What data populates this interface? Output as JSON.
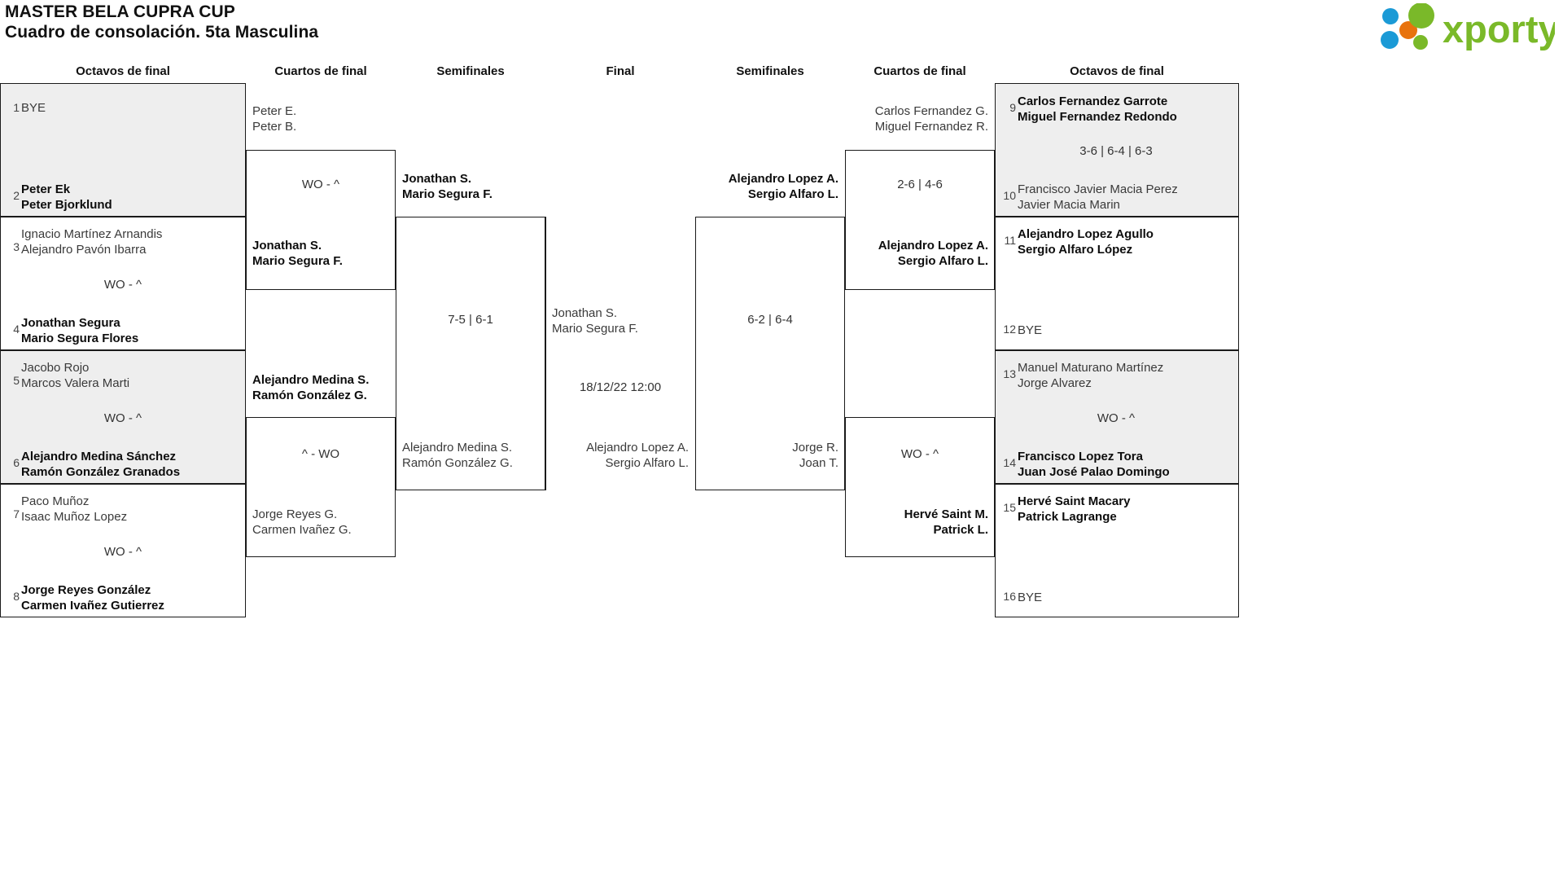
{
  "header": {
    "title_line1": "MASTER BELA CUPRA CUP",
    "title_line2": "Cuadro de consolación. 5ta Masculina",
    "logo_text": "xporty",
    "logo_colors": {
      "green": "#7ab929",
      "orange": "#e8730d",
      "blue": "#1b9ad6"
    }
  },
  "columns": {
    "left_octavos": "Octavos de final",
    "left_cuartos": "Cuartos de final",
    "left_semis": "Semifinales",
    "final": "Final",
    "right_semis": "Semifinales",
    "right_cuartos": "Cuartos de final",
    "right_octavos": "Octavos de final"
  },
  "left_octavos": [
    {
      "seed": "1",
      "line1": "BYE",
      "line2": "",
      "winner": false
    },
    {
      "seed": "2",
      "line1": "Peter Ek",
      "line2": "Peter Bjorklund",
      "winner": true
    },
    {
      "seed": "3",
      "line1": "Ignacio Martínez Arnandis",
      "line2": "Alejandro Pavón Ibarra",
      "winner": false
    },
    {
      "seed": "4",
      "line1": "Jonathan Segura",
      "line2": "Mario Segura Flores",
      "winner": true
    },
    {
      "seed": "5",
      "line1": "Jacobo Rojo",
      "line2": "Marcos Valera Marti",
      "winner": false
    },
    {
      "seed": "6",
      "line1": "Alejandro Medina Sánchez",
      "line2": "Ramón González Granados",
      "winner": true
    },
    {
      "seed": "7",
      "line1": "Paco Muñoz",
      "line2": "Isaac Muñoz Lopez",
      "winner": false
    },
    {
      "seed": "8",
      "line1": "Jorge Reyes González",
      "line2": "Carmen Ivañez Gutierrez",
      "winner": true
    }
  ],
  "left_octavos_scores": [
    {
      "text": ""
    },
    {
      "text": "WO - ^"
    },
    {
      "text": "WO - ^"
    },
    {
      "text": "WO - ^"
    }
  ],
  "left_cuartos": [
    {
      "line1": "Peter E.",
      "line2": "Peter B.",
      "winner": false
    },
    {
      "line1": "Jonathan S.",
      "line2": "Mario Segura F.",
      "winner": true
    },
    {
      "line1": "Alejandro Medina S.",
      "line2": "Ramón González G.",
      "winner": true
    },
    {
      "line1": "Jorge Reyes G.",
      "line2": "Carmen Ivañez G.",
      "winner": false
    }
  ],
  "left_cuartos_scores": [
    {
      "text": "WO - ^"
    },
    {
      "text": "^ - WO"
    }
  ],
  "left_semis": [
    {
      "line1": "Jonathan S.",
      "line2": "Mario Segura F.",
      "winner": true
    },
    {
      "line1": "Alejandro Medina S.",
      "line2": "Ramón González G.",
      "winner": false
    }
  ],
  "left_semis_scores": [
    {
      "text": "7-5 | 6-1"
    }
  ],
  "final": {
    "left_team": {
      "line1": "Jonathan S.",
      "line2": "Mario Segura F.",
      "winner": false
    },
    "right_team": {
      "line1": "Alejandro Lopez A.",
      "line2": "Sergio Alfaro L.",
      "winner": false
    },
    "datetime": "18/12/22 12:00"
  },
  "right_semis": [
    {
      "line1": "Alejandro Lopez A.",
      "line2": "Sergio Alfaro L.",
      "winner": true
    },
    {
      "line1": "Jorge R.",
      "line2": "Joan T.",
      "winner": false
    }
  ],
  "right_semis_scores": [
    {
      "text": "6-2 | 6-4"
    }
  ],
  "right_cuartos": [
    {
      "line1": "Carlos Fernandez G.",
      "line2": "Miguel Fernandez R.",
      "winner": false
    },
    {
      "line1": "Alejandro Lopez A.",
      "line2": "Sergio Alfaro L.",
      "winner": true
    },
    {
      "line1": "",
      "line2": "",
      "winner": false
    },
    {
      "line1": "Hervé Saint M.",
      "line2": "Patrick L.",
      "winner": true
    }
  ],
  "right_cuartos_scores": [
    {
      "text": "2-6 | 4-6"
    },
    {
      "text": "WO - ^"
    }
  ],
  "right_octavos": [
    {
      "seed": "9",
      "line1": "Carlos Fernandez Garrote",
      "line2": "Miguel Fernandez Redondo",
      "winner": true
    },
    {
      "seed": "10",
      "line1": "Francisco Javier Macia Perez",
      "line2": "Javier Macia Marin",
      "winner": false
    },
    {
      "seed": "11",
      "line1": "Alejandro Lopez Agullo",
      "line2": "Sergio Alfaro López",
      "winner": true
    },
    {
      "seed": "12",
      "line1": "BYE",
      "line2": "",
      "winner": false
    },
    {
      "seed": "13",
      "line1": "Manuel Maturano Martínez",
      "line2": "Jorge Alvarez",
      "winner": false
    },
    {
      "seed": "14",
      "line1": "Francisco Lopez Tora",
      "line2": "Juan José Palao Domingo",
      "winner": true
    },
    {
      "seed": "15",
      "line1": "Hervé Saint Macary",
      "line2": "Patrick Lagrange",
      "winner": true
    },
    {
      "seed": "16",
      "line1": "BYE",
      "line2": "",
      "winner": false
    }
  ],
  "right_octavos_scores": [
    {
      "text": "3-6 | 6-4 | 6-3"
    },
    {
      "text": ""
    },
    {
      "text": "WO - ^"
    },
    {
      "text": ""
    }
  ]
}
